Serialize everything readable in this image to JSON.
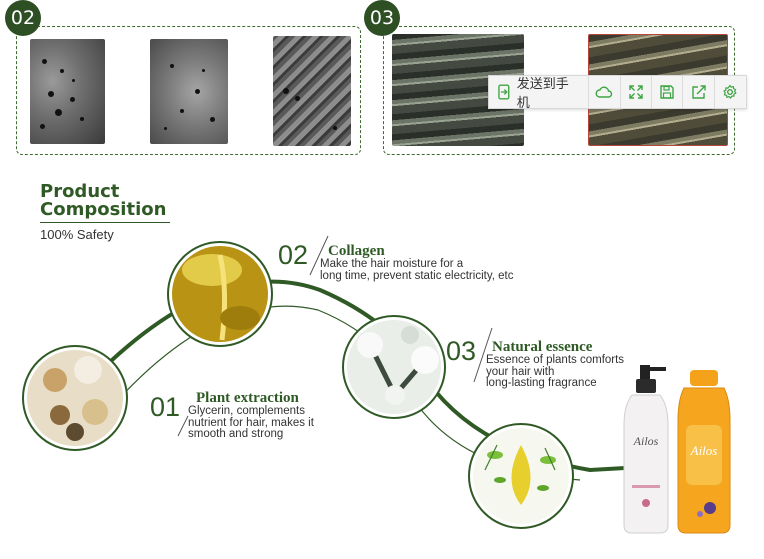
{
  "section_02": {
    "badge": "02"
  },
  "section_03": {
    "badge": "03"
  },
  "toolbar": {
    "send_to_phone": "发送到手机",
    "icons": [
      "phone-send-icon",
      "cloud-icon",
      "expand-icon",
      "save-icon",
      "share-icon",
      "settings-icon"
    ],
    "accent": "#3fa544"
  },
  "composition": {
    "title_line1": "Product",
    "title_line2": "Composition",
    "subtitle": "100% Safety",
    "accent": "#2f5a25",
    "items": [
      {
        "number": "01",
        "title": "Plant extraction",
        "lines": [
          "Glycerin, complements",
          "nutrient for hair, makes it",
          "smooth and strong"
        ]
      },
      {
        "number": "02",
        "title": "Collagen",
        "lines": [
          "Make the hair moisture for a",
          "long time, prevent static electricity, etc"
        ]
      },
      {
        "number": "03",
        "title": "Natural essence",
        "lines": [
          "Essence of plants comforts",
          "your hair with",
          "long-lasting fragrance"
        ]
      }
    ]
  },
  "products": {
    "bottle1_brand": "Ailos",
    "bottle2_brand": "Ailos"
  }
}
